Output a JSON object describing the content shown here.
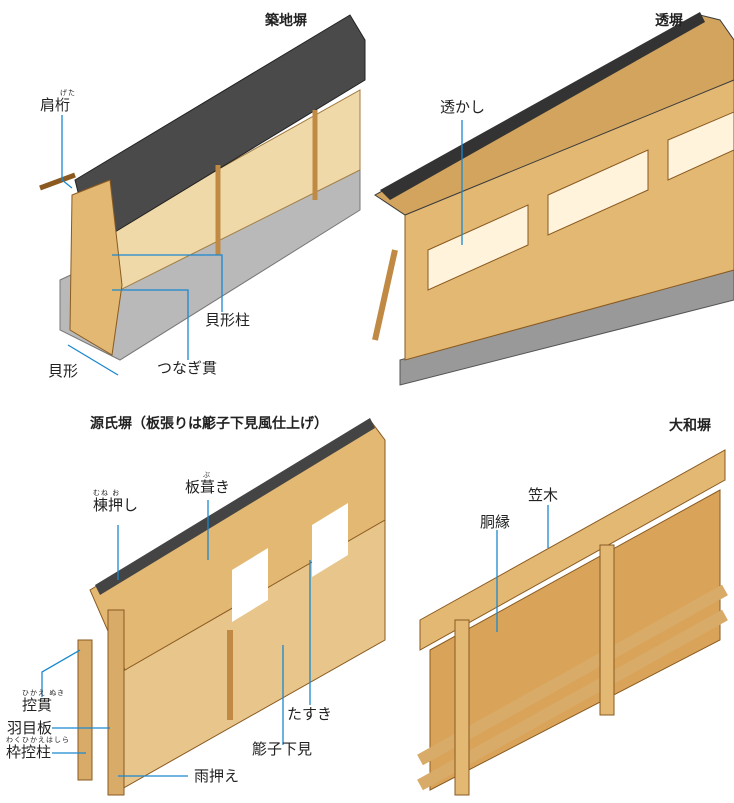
{
  "colors": {
    "wood": "#e3b873",
    "wood_dark": "#c08a45",
    "tile": "#3d3d3d",
    "stone": "#b9b9b9",
    "leader": "#1a88d0"
  },
  "panels": {
    "tsuiji": {
      "title": "築地塀",
      "labels": {
        "kageta": "肩桁",
        "kageta_ruby": "げた",
        "kaigatabashira": "貝形柱",
        "tsunaginuki": "つなぎ貫",
        "kaigata": "貝形"
      }
    },
    "sukibei": {
      "title": "透塀",
      "labels": {
        "sukashi": "透かし"
      }
    },
    "genji": {
      "title": "源氏塀（板張りは簓子下見風仕上げ）",
      "labels": {
        "munaoshi": "棟押し",
        "munaoshi_ruby": "むね お",
        "itabuki": "板葺き",
        "itabuki_ruby": "ぶ",
        "tasuki": "たすき",
        "sasarakoshitami": "簓子下見",
        "amaosae": "雨押え",
        "hikaenuki": "控貫",
        "hikaenuki_ruby": "ひかえ ぬき",
        "hameita": "羽目板",
        "wakuhikaebashira": "枠控柱",
        "wakuhikaebashira_ruby": "わくひかえはしら"
      }
    },
    "yamato": {
      "title": "大和塀",
      "labels": {
        "kasagi": "笠木",
        "dobuchi": "胴縁"
      }
    }
  }
}
